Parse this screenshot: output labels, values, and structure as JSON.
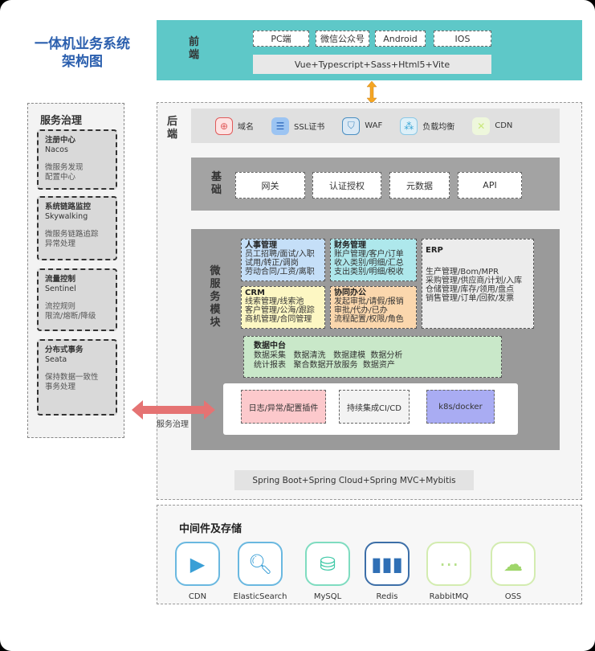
{
  "title": [
    "一体机业务系统",
    "架构图"
  ],
  "frontend": {
    "label": [
      "前",
      "端"
    ],
    "clients": [
      "PC端",
      "微信公众号",
      "Android",
      "IOS"
    ],
    "stack": "Vue+Typescript+Sass+Html5+Vite"
  },
  "backend": {
    "label": [
      "后",
      "端"
    ],
    "infra": [
      {
        "icon": "globe-icon",
        "label": "域名",
        "color": "#e05a5a"
      },
      {
        "icon": "certificate-icon",
        "label": "SSL证书",
        "color": "#3a7bd5"
      },
      {
        "icon": "shield-icon",
        "label": "WAF",
        "color": "#4a8fc2"
      },
      {
        "icon": "network-icon",
        "label": "负载均衡",
        "color": "#3aa6d6"
      },
      {
        "icon": "cdn-icon",
        "label": "CDN",
        "color": "#c8e87a"
      }
    ],
    "base": {
      "label": [
        "基",
        "础"
      ],
      "items": [
        "网关",
        "认证授权",
        "元数据",
        "API"
      ]
    },
    "micro": {
      "label": [
        "微",
        "服",
        "务",
        "模",
        "块"
      ],
      "modules": [
        {
          "title": "人事管理",
          "lines": [
            "员工招聘/面试/入职",
            "试用/转正/调岗",
            "劳动合同/工资/离职"
          ]
        },
        {
          "title": "财务管理",
          "lines": [
            "账户管理/客户/订单",
            "收入类别/明细/汇总",
            "支出类别/明细/税收"
          ]
        },
        {
          "title": "ERP",
          "lines": [
            "生产管理/Bom/MPR",
            "采购管理/供应商/计划/入库",
            "仓储管理/库存/领用/盘点",
            "销售管理/订单/回款/发票"
          ]
        },
        {
          "title": "CRM",
          "lines": [
            "线索管理/线索池",
            "客户管理/公海/跟踪",
            "商机管理/合同管理"
          ]
        },
        {
          "title": "协同办公",
          "lines": [
            "发起审批/请假/报销",
            "审批/代办/已办",
            "流程配置/权限/角色"
          ]
        }
      ],
      "data_center": {
        "title": "数据中台",
        "lines": [
          "数据采集   数据清洗   数据建模  数据分析",
          "统计报表   聚合数据开放服务  数据资产"
        ]
      },
      "ops": [
        "日志/异常/配置插件",
        "持续集成CI/CD",
        "k8s/docker"
      ]
    },
    "framework": "Spring Boot+Spring Cloud+Spring MVC+Mybitis"
  },
  "governance": {
    "title": "服务治理",
    "arrow_label": "服务治理",
    "items": [
      {
        "name": "注册中心",
        "tech": "Nacos",
        "desc": [
          "微服务发现",
          "配置中心"
        ]
      },
      {
        "name": "系统链路监控",
        "tech": "Skywalking",
        "desc": [
          "微服务链路追踪",
          "异常处理"
        ]
      },
      {
        "name": "流量控制",
        "tech": "Sentinel",
        "desc": [
          "流控规则",
          "限流/熔断/降级"
        ]
      },
      {
        "name": "分布式事务",
        "tech": "Seata",
        "desc": [
          "保持数据一致性",
          "事务处理"
        ]
      }
    ]
  },
  "middleware": {
    "title": "中间件及存储",
    "items": [
      {
        "label": "CDN",
        "icon": "play-icon",
        "color": "#3a9fd6"
      },
      {
        "label": "ElasticSearch",
        "icon": "search-icon",
        "color": "#3a9fd6"
      },
      {
        "label": "MySQL",
        "icon": "database-icon",
        "color": "#3ec9a7"
      },
      {
        "label": "Redis",
        "icon": "redis-icon",
        "color": "#2f6fb5"
      },
      {
        "label": "RabbitMQ",
        "icon": "message-icon",
        "color": "#b6e08a"
      },
      {
        "label": "OSS",
        "icon": "cloud-icon",
        "color": "#9fd66a"
      }
    ]
  }
}
